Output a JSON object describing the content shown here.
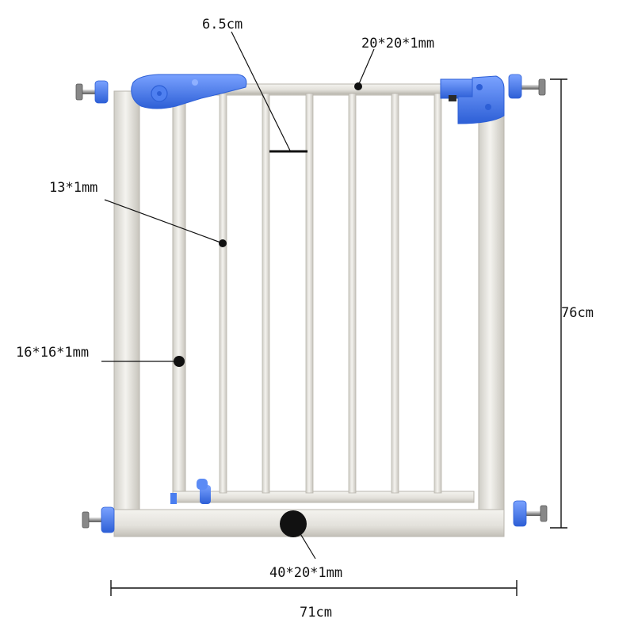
{
  "labels": {
    "bar_spacing": "6.5cm",
    "top_tube": "20*20*1mm",
    "bar": "13*1mm",
    "side_tube": "16*16*1mm",
    "height": "76cm",
    "bottom_tube": "40*20*1mm",
    "width": "71cm"
  },
  "colors": {
    "frame": "#e9e7e2",
    "frame_edge": "#b9b6ae",
    "plastic": "#4a7ef0",
    "plastic_dark": "#2d5fd6",
    "line": "#111111"
  }
}
